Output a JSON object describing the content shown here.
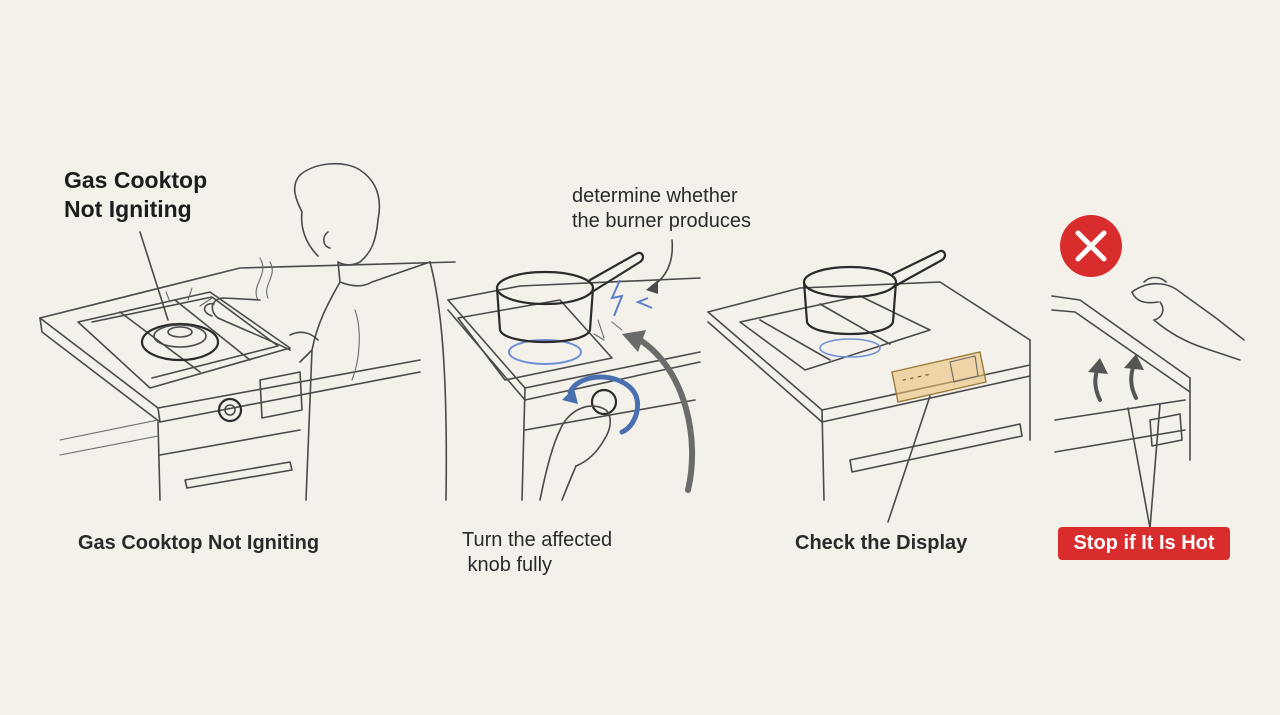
{
  "panel1": {
    "callout": "Gas Cooktop\nNot Igniting",
    "caption": "Gas Cooktop Not Igniting"
  },
  "panel2": {
    "callout_top": "determine whether\nthe burner produces",
    "caption": "Turn the affected\n knob fully"
  },
  "panel3": {
    "caption": "Check the Display",
    "display_readout": "----"
  },
  "panel4": {
    "caption": "Stop if It Is Hot",
    "icon": "stop-x-icon"
  },
  "colors": {
    "background": "#f4f1ea",
    "warning_red": "#d92c2c",
    "display_amber": "#e9c27a",
    "burner_blue": "#6f8fd6"
  }
}
